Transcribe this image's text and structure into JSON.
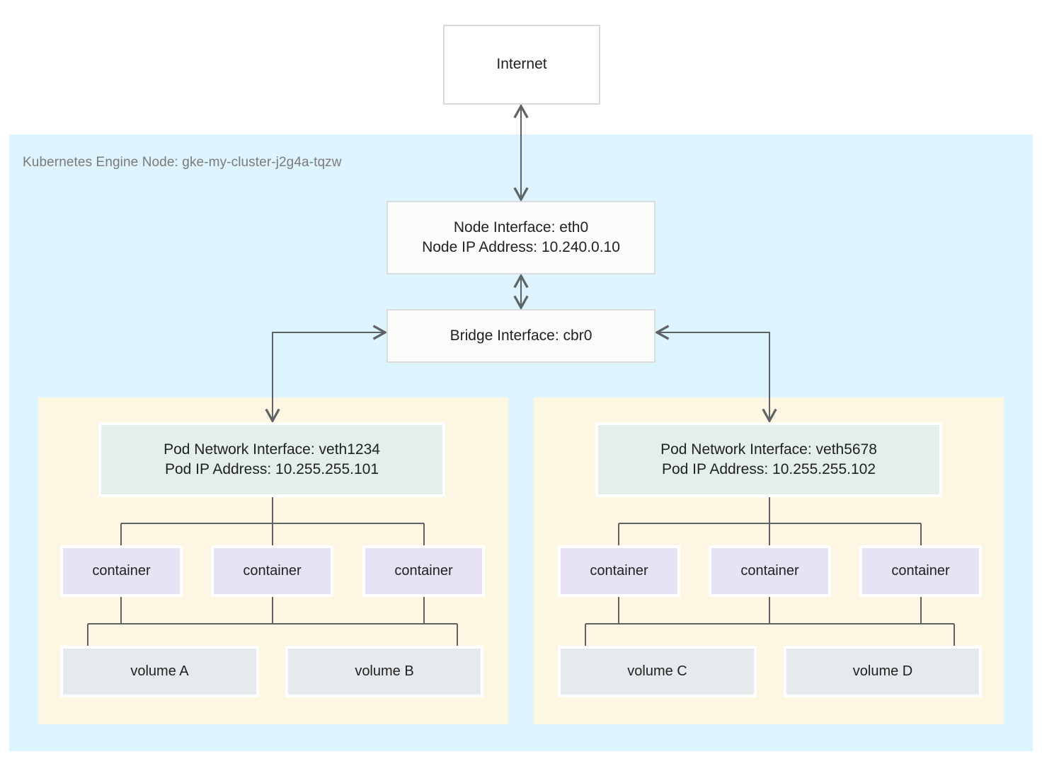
{
  "title": "Kubernetes Engine Node Networking Diagram",
  "colors": {
    "node_background": "#ddf3fd",
    "pod_background": "#fdf6e3",
    "pod_interface_fill": "#e3efe8",
    "container_fill": "#e8e3f4",
    "volume_fill": "#e7eaec",
    "box_fill": "#ffffff",
    "box_border": "#d9d9d9",
    "connector": "#5f6368",
    "text": "#212121",
    "muted_text": "#7b7b7b"
  },
  "internet": {
    "label": "Internet"
  },
  "node": {
    "region_label": "Kubernetes Engine Node: gke-my-cluster-j2g4a-tqzw",
    "interface": {
      "line1": "Node Interface: eth0",
      "line2": "Node IP Address: 10.240.0.10"
    },
    "bridge": {
      "label": "Bridge Interface: cbr0"
    }
  },
  "pods": [
    {
      "id": "pod-left",
      "interface": {
        "line1": "Pod Network Interface: veth1234",
        "line2": "Pod IP Address: 10.255.255.101"
      },
      "containers": [
        {
          "label": "container"
        },
        {
          "label": "container"
        },
        {
          "label": "container"
        }
      ],
      "volumes": [
        {
          "label": "volume A"
        },
        {
          "label": "volume B"
        }
      ]
    },
    {
      "id": "pod-right",
      "interface": {
        "line1": "Pod Network Interface: veth5678",
        "line2": "Pod IP Address: 10.255.255.102"
      },
      "containers": [
        {
          "label": "container"
        },
        {
          "label": "container"
        },
        {
          "label": "container"
        }
      ],
      "volumes": [
        {
          "label": "volume C"
        },
        {
          "label": "volume D"
        }
      ]
    }
  ]
}
